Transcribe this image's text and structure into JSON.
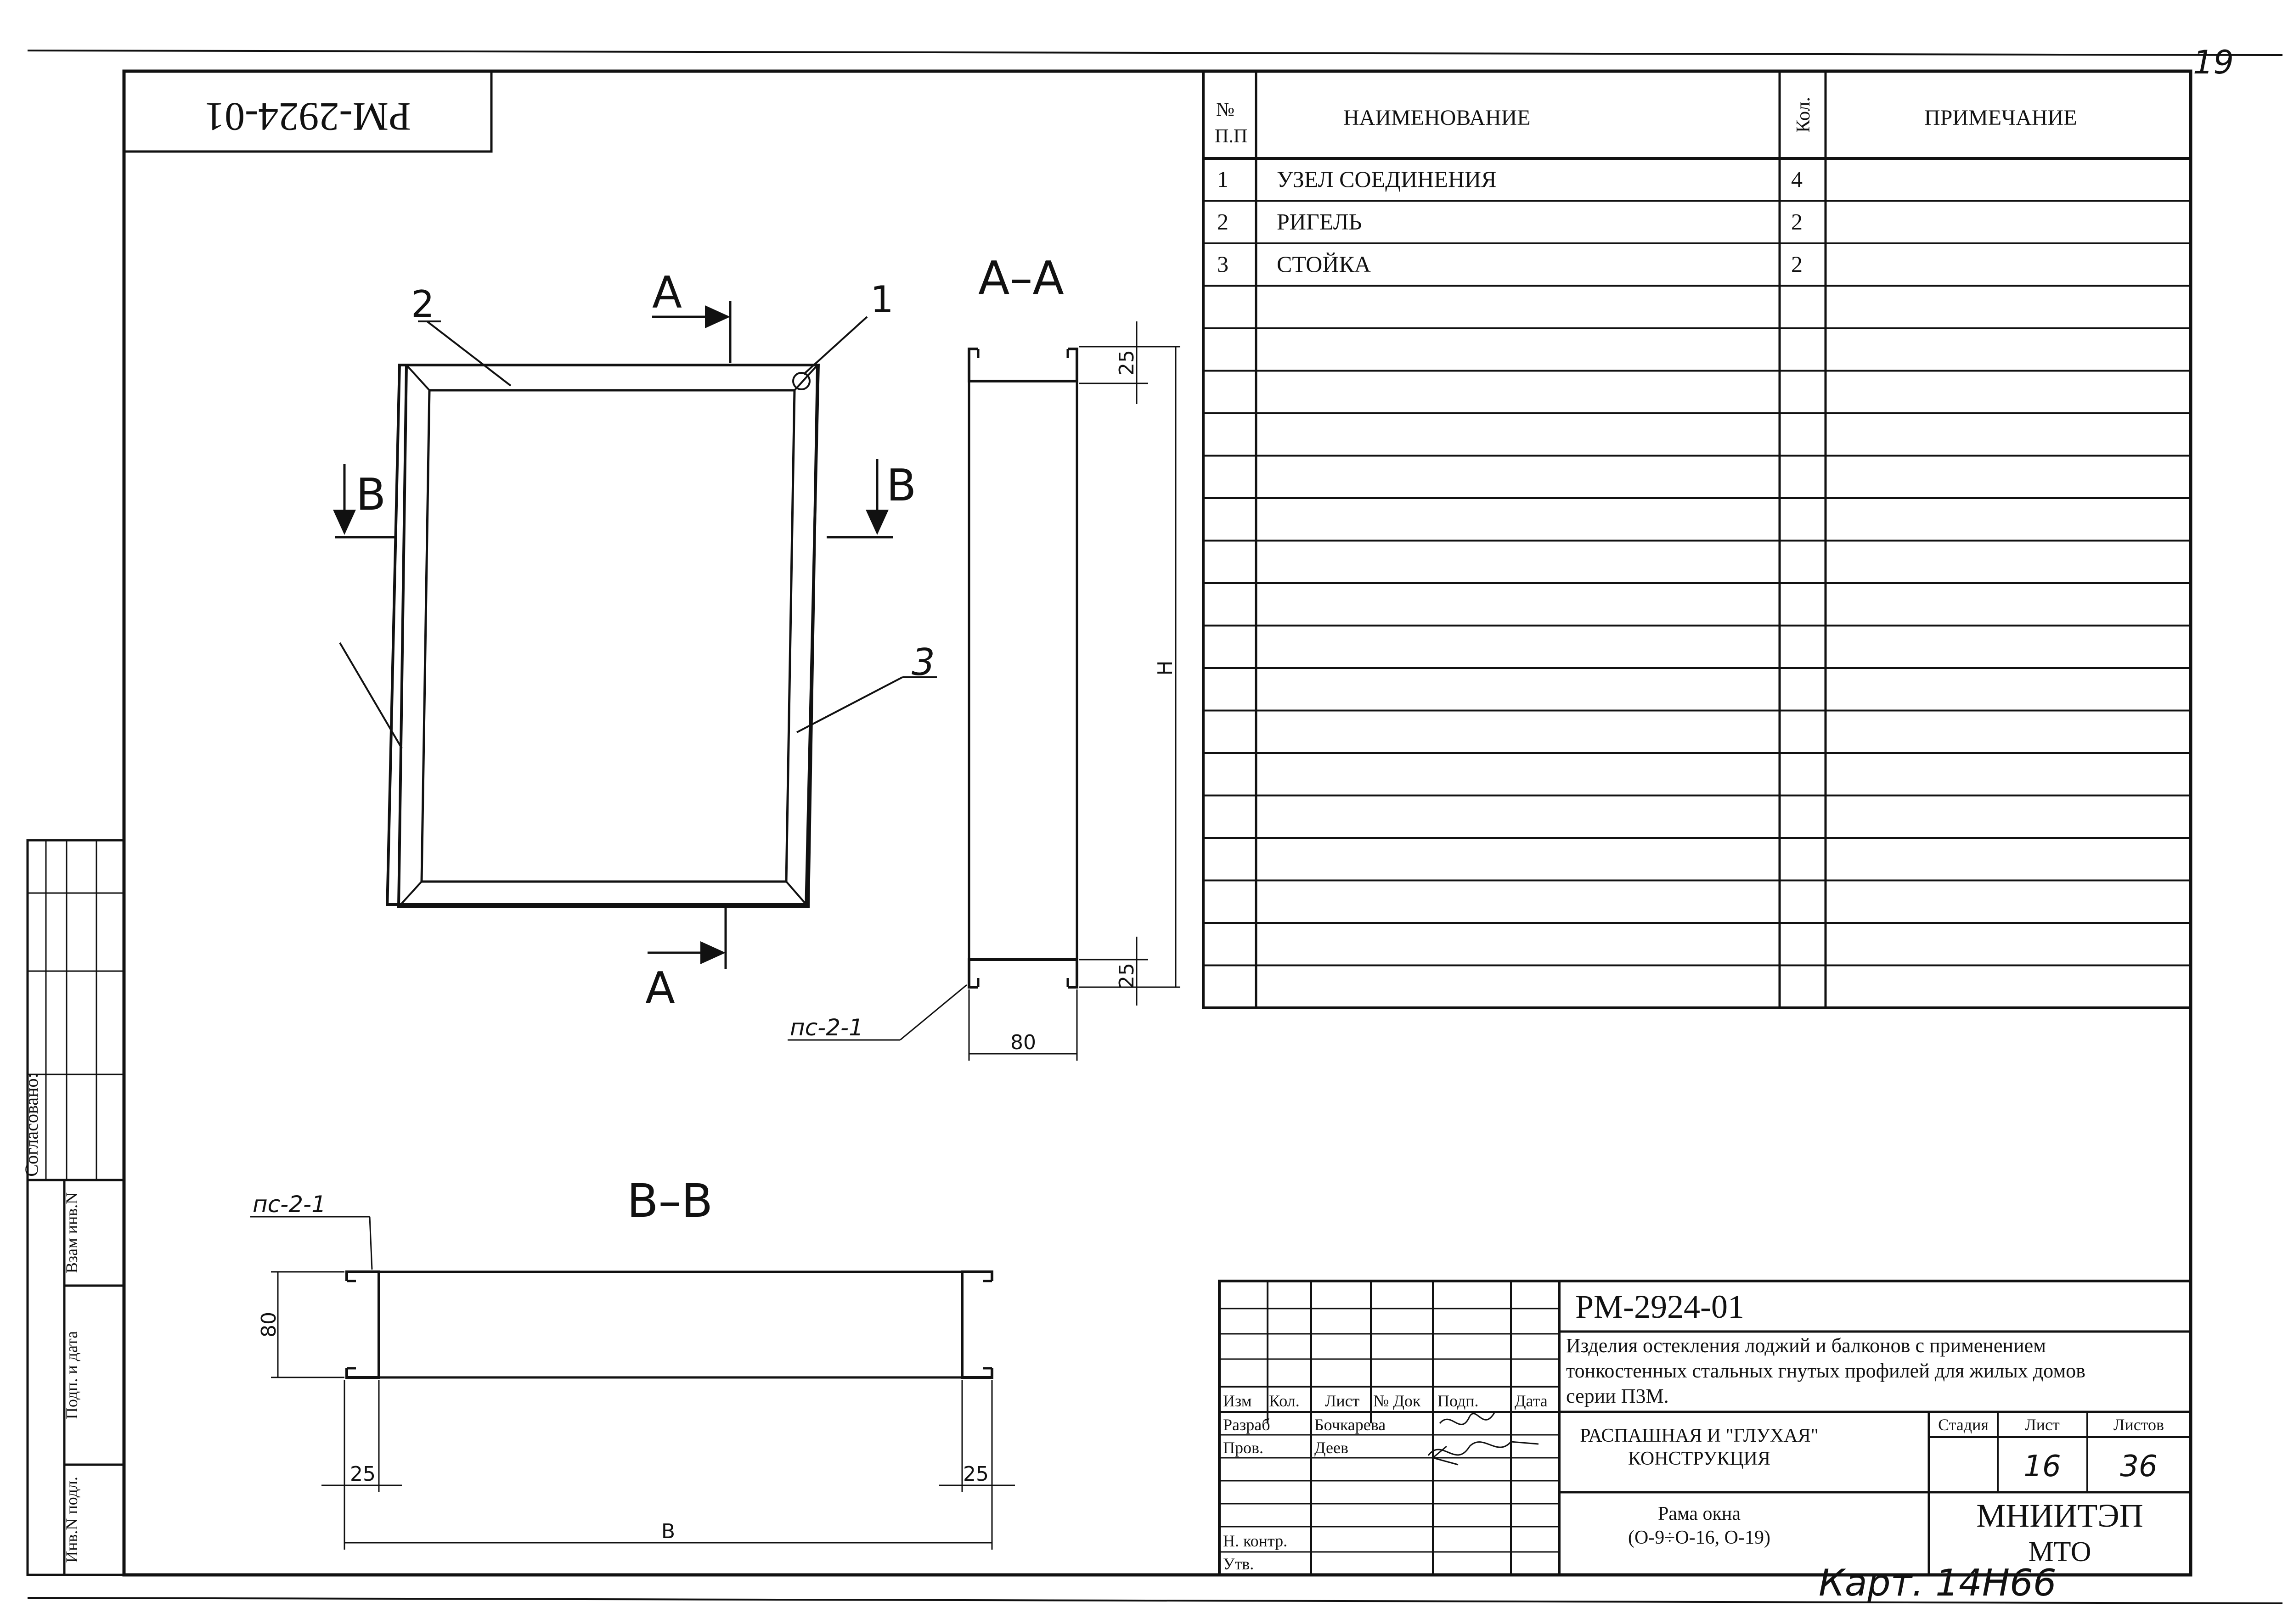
{
  "drawing": {
    "code": "РМ-2924-01",
    "code_rotated": "РМ-2924-01",
    "page_mark": "19"
  },
  "spec_table": {
    "headers": {
      "num": "№ П.П",
      "name": "НАИМЕНОВАНИЕ",
      "qty": "Кол.",
      "note": "ПРИМЕЧАНИЕ"
    },
    "rows": [
      {
        "num": "1",
        "name": "УЗЕЛ СОЕДИНЕНИЯ",
        "qty": "4",
        "note": ""
      },
      {
        "num": "2",
        "name": "РИГЕЛЬ",
        "qty": "2",
        "note": ""
      },
      {
        "num": "3",
        "name": "СТОЙКА",
        "qty": "2",
        "note": ""
      }
    ]
  },
  "front_view": {
    "labels": {
      "top_rail": "2",
      "corner": "1",
      "side": "3",
      "arrow_a": "А",
      "arrow_b": "В"
    }
  },
  "section_aa": {
    "title": "А–А",
    "dims": {
      "top": "25",
      "bottom": "25",
      "height": "Н",
      "width": "80"
    },
    "profile": "пс-2-1"
  },
  "section_bb": {
    "title": "В–В",
    "dims": {
      "height": "80",
      "left": "25",
      "right": "25",
      "width": "В"
    },
    "profile": "пс-2-1"
  },
  "left_stamp": {
    "agreed": "Согласовано:",
    "replace_inv": "Взам инв.N",
    "sign_date": "Подп. и дата",
    "inv_orig": "Инв.N подл."
  },
  "title_block": {
    "code": "РМ-2924-01",
    "description": [
      "Изделия остекления лоджий и балконов с применением",
      "тонкостенных стальных гнутых профилей для жилых домов",
      "серии П3М."
    ],
    "headers": {
      "change": "Изм",
      "count": "Кол.",
      "sheet": "Лист",
      "doc": "№ Док",
      "sign": "Подп.",
      "date": "Дата"
    },
    "people": [
      {
        "role": "Разраб",
        "name": "Бочкарева"
      },
      {
        "role": "Пров.",
        "name": "Деев"
      },
      {
        "role": "Н. контр.",
        "name": ""
      },
      {
        "role": "Утв.",
        "name": ""
      }
    ],
    "section_title": [
      "РАСПАШНАЯ И \"ГЛУХАЯ\"",
      "КОНСТРУКЦИЯ"
    ],
    "product_title": [
      "Рама окна",
      "(О-9÷О-16, О-19)"
    ],
    "stage_label": "Стадия",
    "sheet_label": "Лист",
    "sheets_label": "Листов",
    "stage": "",
    "sheet": "16",
    "sheets": "36",
    "org": [
      "МНИИТЭП",
      "МТО"
    ],
    "handwritten_note": "Карт. 14Н66"
  }
}
